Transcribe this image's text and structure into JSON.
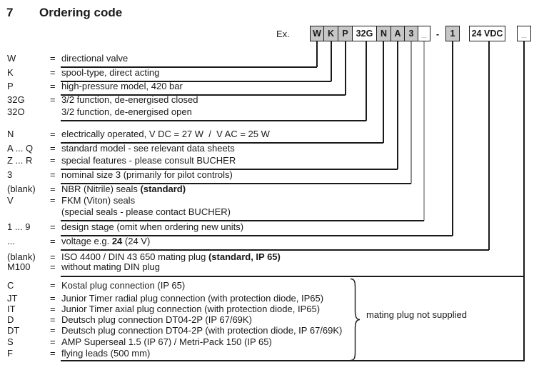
{
  "page": {
    "section_number": "7",
    "title": "Ordering code"
  },
  "example": {
    "label": "Ex.",
    "separator": "-",
    "boxes": [
      {
        "label": "W",
        "filled": true
      },
      {
        "label": "K",
        "filled": true
      },
      {
        "label": "P",
        "filled": true
      },
      {
        "label": "32G",
        "filled": false
      },
      {
        "label": "N",
        "filled": true
      },
      {
        "label": "A",
        "filled": true
      },
      {
        "label": "3",
        "filled": true
      },
      {
        "label": "_",
        "filled": false,
        "placeholder": true
      },
      {
        "label": "1",
        "filled": true
      },
      {
        "label": "24 VDC",
        "filled": false
      },
      {
        "label": "_",
        "filled": false,
        "placeholder": true
      }
    ]
  },
  "colors": {
    "box_fill_gray": "#c7c7c7",
    "line_black": "#1a1a1a",
    "line_gray": "#9c9c9c",
    "placeholder_text": "#9c9c9c"
  },
  "legend": {
    "rows": [
      {
        "code": "W",
        "eq": "=",
        "desc": "directional valve"
      },
      {
        "code": "K",
        "eq": "=",
        "desc": "spool-type, direct acting"
      },
      {
        "code": "P",
        "eq": "=",
        "desc": "high-pressure model, 420 bar"
      },
      {
        "code": "32G",
        "eq": "=",
        "desc": "3/2 function, de-energised closed"
      },
      {
        "code": "32O",
        "eq": "",
        "desc": "3/2 function, de-energised open"
      },
      {
        "code": "N",
        "eq": "=",
        "desc": "electrically operated, V DC = 27 W  /  V AC = 25 W"
      },
      {
        "code": "A ... Q",
        "eq": "=",
        "desc": "standard model - see relevant data sheets"
      },
      {
        "code": "Z ... R",
        "eq": "=",
        "desc": "special features - please consult BUCHER"
      },
      {
        "code": "3",
        "eq": "=",
        "desc": "nominal size 3 (primarily for pilot controls)"
      },
      {
        "code": "(blank)",
        "eq": "=",
        "desc": "NBR (Nitrile) seals ",
        "bold": "(standard)"
      },
      {
        "code": "V",
        "eq": "=",
        "desc": "FKM (Viton) seals"
      },
      {
        "code": "",
        "eq": "",
        "desc": "(special seals - please contact BUCHER)"
      },
      {
        "code": "1 ... 9",
        "eq": "=",
        "desc": "design stage (omit when ordering new units)"
      },
      {
        "code": "...",
        "eq": "=",
        "desc": "voltage e.g. ",
        "bold": "24",
        "post": " (24 V)"
      },
      {
        "code": "(blank)",
        "eq": "=",
        "desc": "ISO 4400 / DIN 43 650 mating plug ",
        "bold": "(standard, IP 65)"
      },
      {
        "code": "M100",
        "eq": "=",
        "desc": "without mating DIN plug"
      },
      {
        "code": "C",
        "eq": "=",
        "desc": "Kostal plug connection (IP 65)"
      },
      {
        "code": "JT",
        "eq": "=",
        "desc": "Junior Timer radial plug connection (with protection diode, IP65)"
      },
      {
        "code": "IT",
        "eq": "=",
        "desc": "Junior Timer axial plug connection (with protection diode, IP65)"
      },
      {
        "code": "D",
        "eq": "=",
        "desc": "Deutsch plug connection DT04-2P (IP 67/69K)"
      },
      {
        "code": "DT",
        "eq": "=",
        "desc": "Deutsch plug connection DT04-2P (with protection diode, IP 67/69K)"
      },
      {
        "code": "S",
        "eq": "=",
        "desc": "AMP Superseal 1.5 (IP 67) / Metri-Pack 150 (IP 65)"
      },
      {
        "code": "F",
        "eq": "=",
        "desc": "flying leads (500 mm)"
      }
    ]
  },
  "note": {
    "mating_plug": "mating plug not supplied"
  }
}
